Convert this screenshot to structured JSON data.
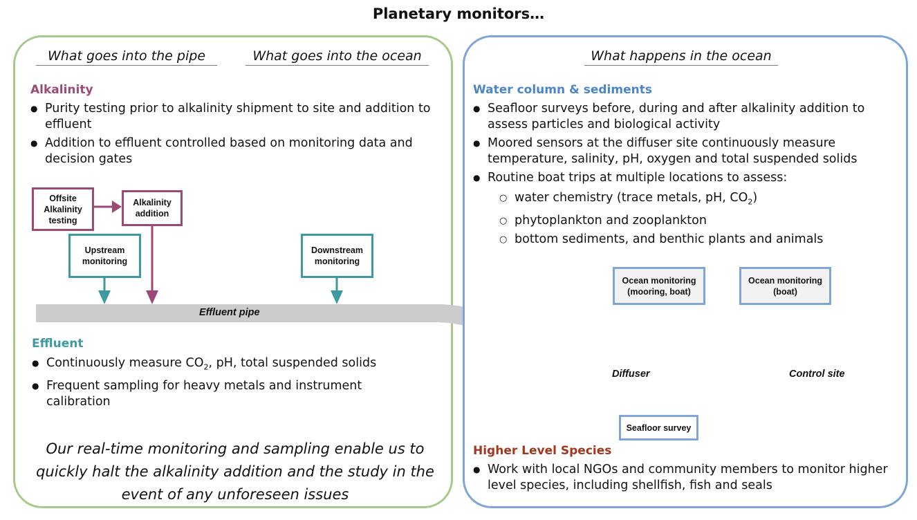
{
  "title": "Planetary monitors…",
  "left_panel": {
    "col1_heading": "What goes into the pipe",
    "col2_heading": "What goes into the ocean",
    "alkalinity": {
      "heading": "Alkalinity",
      "bullets": [
        "Purity testing prior to alkalinity shipment to site and addition to effluent",
        "Addition to effluent controlled based on monitoring data and decision gates"
      ]
    },
    "diagram": {
      "offsite_box": "Offsite Alkalinity testing",
      "alkalinity_addition_box": "Alkalinity addition",
      "upstream_box": "Upstream monitoring",
      "downstream_box": "Downstream monitoring",
      "pipe_label": "Effluent pipe"
    },
    "effluent": {
      "heading": "Effluent",
      "bullet1_pre": "Continuously measure CO",
      "bullet1_sub": "2",
      "bullet1_post": ", pH, total suspended  solids",
      "bullet2": "Frequent sampling for heavy metals and instrument calibration"
    },
    "closing": "Our real-time monitoring and sampling enable us to quickly halt the alkalinity addition and the study in the event of any unforeseen issues"
  },
  "right_panel": {
    "heading": "What happens in the ocean",
    "water": {
      "heading": "Water column & sediments",
      "bullets": [
        "Seafloor surveys before, during and after alkalinity addition to assess particles and biological activity",
        "Moored sensors at the diffuser site continuously measure temperature, salinity, pH, oxygen and total suspended solids",
        "Routine boat trips at multiple locations to assess:"
      ],
      "sub1_pre": "water chemistry (trace metals, pH, CO",
      "sub1_sub": "2",
      "sub1_post": ")",
      "sub2": "phytoplankton and zooplankton",
      "sub3": "bottom sediments, and benthic plants and animals"
    },
    "diagram": {
      "ocean_box1": "Ocean monitoring (mooring, boat)",
      "ocean_box2": "Ocean monitoring (boat)",
      "diffuser_label": "Diffuser",
      "control_label": "Control site",
      "seafloor_box": "Seafloor survey"
    },
    "species": {
      "heading": "Higher Level Species",
      "bullets": [
        "Work with local NGOs and community members to monitor higher level species, including shellfish, fish and seals"
      ]
    }
  },
  "colors": {
    "left_border": "#a8c98a",
    "right_border": "#7fa5d6",
    "alkalinity": "#9b4a78",
    "effluent": "#3c9aa0",
    "water": "#4a86c5",
    "species": "#a3361e",
    "pipe": "#cccccc",
    "seafloor": "#7a5b1e",
    "wave": "#cfe9f5"
  }
}
